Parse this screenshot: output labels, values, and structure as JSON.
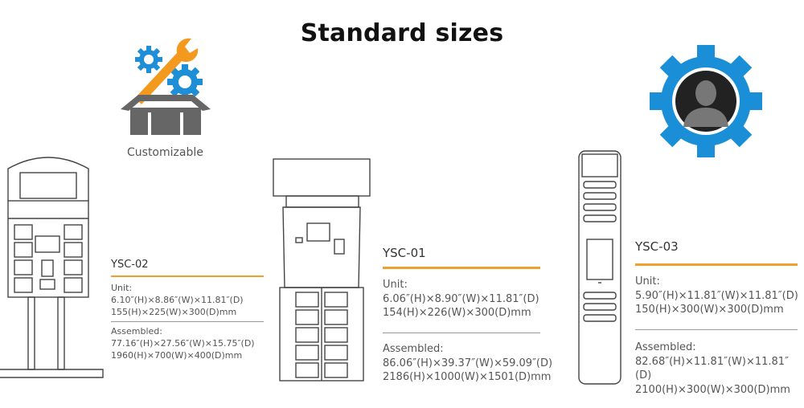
{
  "page": {
    "title": "Standard sizes",
    "customizable_label": "Customizable",
    "colors": {
      "accent_orange": "#f0a030",
      "gear_blue": "#1e8fd6",
      "divider_grey": "#9a9a9a"
    },
    "icons": [
      "customizable-icon",
      "personalization-icon"
    ]
  },
  "products": [
    {
      "model": "YSC-02",
      "unit_label": "Unit:",
      "unit_imperial": "6.10″(H)×8.86″(W)×11.81″(D)",
      "unit_metric": "155(H)×225(W)×300(D)mm",
      "assembled_label": "Assembled:",
      "assembled_imperial": "77.16″(H)×27.56″(W)×15.75″(D)",
      "assembled_metric": "1960(H)×700(W)×400(D)mm"
    },
    {
      "model": "YSC-01",
      "unit_label": "Unit:",
      "unit_imperial": "6.06″(H)×8.90″(W)×11.81″(D)",
      "unit_metric": "154(H)×226(W)×300(D)mm",
      "assembled_label": "Assembled:",
      "assembled_imperial": "86.06″(H)×39.37″(W)×59.09″(D)",
      "assembled_metric": "2186(H)×1000(W)×1501(D)mm"
    },
    {
      "model": "YSC-03",
      "unit_label": "Unit:",
      "unit_imperial": "5.90″(H)×11.81″(W)×11.81″(D)",
      "unit_metric": "150(H)×300(W)×300(D)mm",
      "assembled_label": "Assembled:",
      "assembled_imperial": "82.68″(H)×11.81″(W)×11.81″(D)",
      "assembled_metric": "2100(H)×300(W)×300(D)mm"
    }
  ]
}
